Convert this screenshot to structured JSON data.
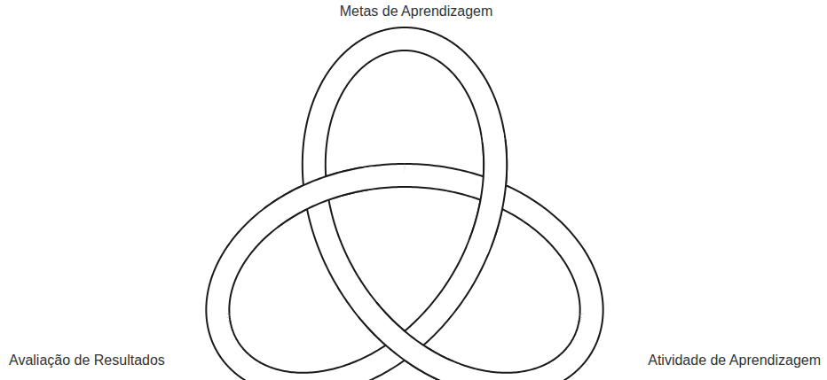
{
  "diagram": {
    "labels": [
      "Metas de Aprendizagem",
      "Avaliação de Resultados",
      "Atividade de Aprendizagem"
    ]
  }
}
